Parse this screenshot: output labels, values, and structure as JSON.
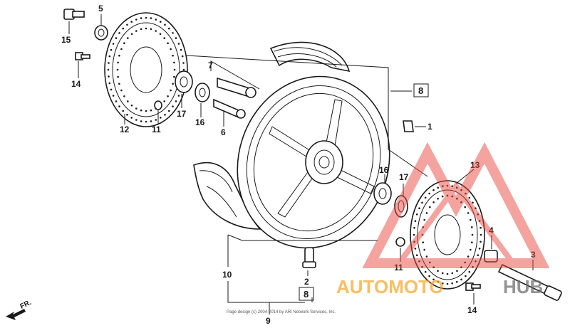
{
  "callouts": {
    "c1": "1",
    "c2": "2",
    "c3": "3",
    "c4": "4",
    "c5": "5",
    "c6": "6",
    "c7": "7",
    "c8a": "8",
    "c8b": "8",
    "c9": "9",
    "c10": "10",
    "c11a": "11",
    "c11b": "11",
    "c12": "12",
    "c13": "13",
    "c14a": "14",
    "c14b": "14",
    "c15": "15",
    "c16a": "16",
    "c16b": "16",
    "c17a": "17",
    "c17b": "17"
  },
  "direction_label": "FR.",
  "copyright": "Page design (c) 2004-2014 by ARI Network Services, Inc.",
  "watermark": {
    "part1": "AUTOMOTO",
    "part2": "HUB",
    "colors": {
      "red": "#e8453c",
      "orange": "#f5a623",
      "grey": "#6b6b6b"
    }
  }
}
